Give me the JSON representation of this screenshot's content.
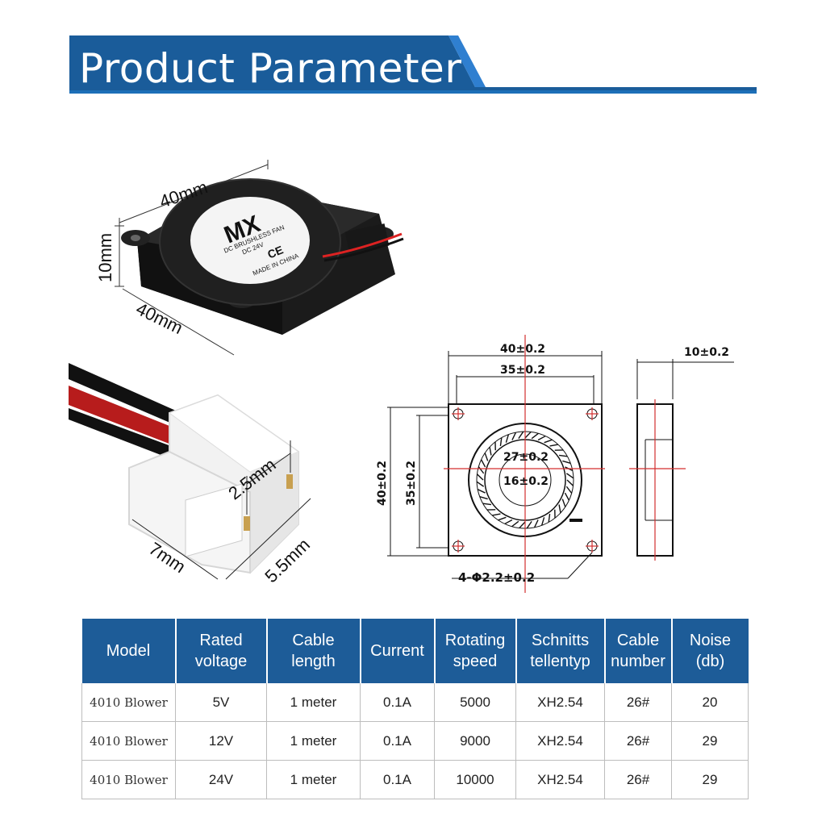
{
  "header": {
    "title": "Product Parameter",
    "banner_color": "#1a5c9a",
    "line_color": "#1d6fb8"
  },
  "fan_photo": {
    "logo": "MX",
    "label_lines": [
      "DC BRUSHLESS FAN",
      "DC 24V",
      "MADE IN CHINA"
    ],
    "ce_mark": "CE",
    "dim_width": "40mm",
    "dim_height": "10mm",
    "dim_depth": "40mm"
  },
  "connector_photo": {
    "pitch": "2.5mm",
    "length": "7mm",
    "width": "5.5mm"
  },
  "drawing": {
    "outer_top": "40±0.2",
    "hole_top": "35±0.2",
    "side_thickness": "10±0.2",
    "outer_left": "40±0.2",
    "hole_left": "35±0.2",
    "inner_outer": "27±0.2",
    "inner_hub": "16±0.2",
    "holes": "4-Φ2.2±0.2"
  },
  "table": {
    "headers": [
      [
        "Model"
      ],
      [
        "Rated",
        "voltage"
      ],
      [
        "Cable",
        "length"
      ],
      [
        "Current"
      ],
      [
        "Rotating",
        "speed"
      ],
      [
        "Schnitts",
        "tellentyp"
      ],
      [
        "Cable",
        "number"
      ],
      [
        "Noise",
        "(db)"
      ]
    ],
    "rows": [
      [
        "4010 Blower",
        "5V",
        "1 meter",
        "0.1A",
        "5000",
        "XH2.54",
        "26#",
        "20"
      ],
      [
        "4010 Blower",
        "12V",
        "1 meter",
        "0.1A",
        "9000",
        "XH2.54",
        "26#",
        "29"
      ],
      [
        "4010 Blower",
        "24V",
        "1 meter",
        "0.1A",
        "10000",
        "XH2.54",
        "26#",
        "29"
      ]
    ],
    "header_color": "#1d5c98"
  }
}
